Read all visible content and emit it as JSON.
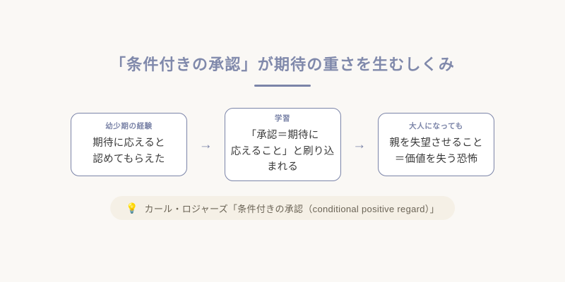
{
  "title": {
    "text": "「条件付きの承認」が期待の重さを生むしくみ",
    "color": "#8089ab",
    "rule_color": "#7b84a8"
  },
  "flow": {
    "arrow_glyph": "→",
    "box_border_color": "#7b84a8",
    "box_fill": "#ffffff",
    "steps": [
      {
        "heading": "幼少期の経験",
        "lines": [
          "期待に応えると",
          "認めてもらえた"
        ]
      },
      {
        "heading": "学習",
        "lines": [
          "「承認＝期待に",
          "応えること」と刷り込",
          "まれる"
        ]
      },
      {
        "heading": "大人になっても",
        "lines": [
          "親を失望させること",
          "＝価値を失う恐怖"
        ]
      }
    ]
  },
  "note": {
    "icon": "💡",
    "icon_name": "lightbulb-icon",
    "text": "カール・ロジャーズ「条件付きの承認（conditional positive regard）」",
    "background": "#f5f0e6",
    "text_color": "#6b6456"
  },
  "page": {
    "background": "#faf8f5"
  }
}
